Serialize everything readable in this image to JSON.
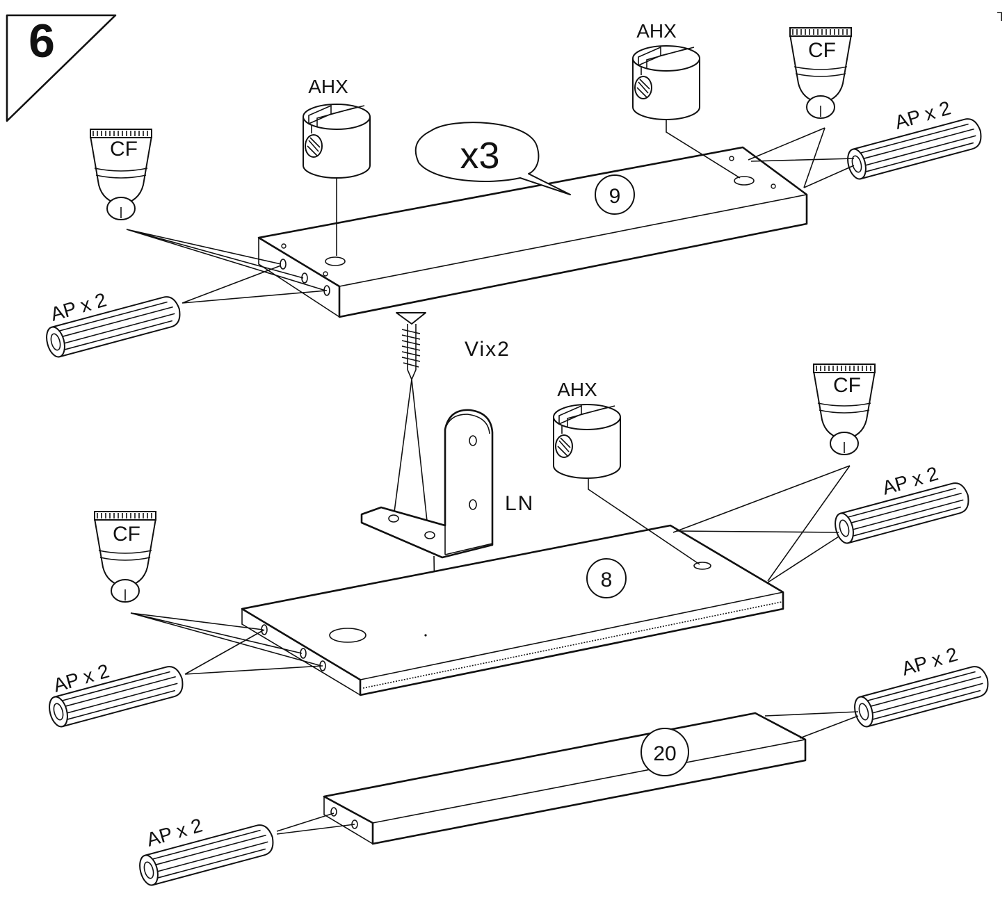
{
  "step": {
    "number": "6"
  },
  "multiplier": "x3",
  "parts": {
    "panel_top": "9",
    "panel_middle": "8",
    "panel_bottom": "20"
  },
  "labels": {
    "ahx": "AHX",
    "cf": "CF",
    "ap": "AP x 2",
    "screw": "Vix2",
    "bracket": "LN"
  }
}
